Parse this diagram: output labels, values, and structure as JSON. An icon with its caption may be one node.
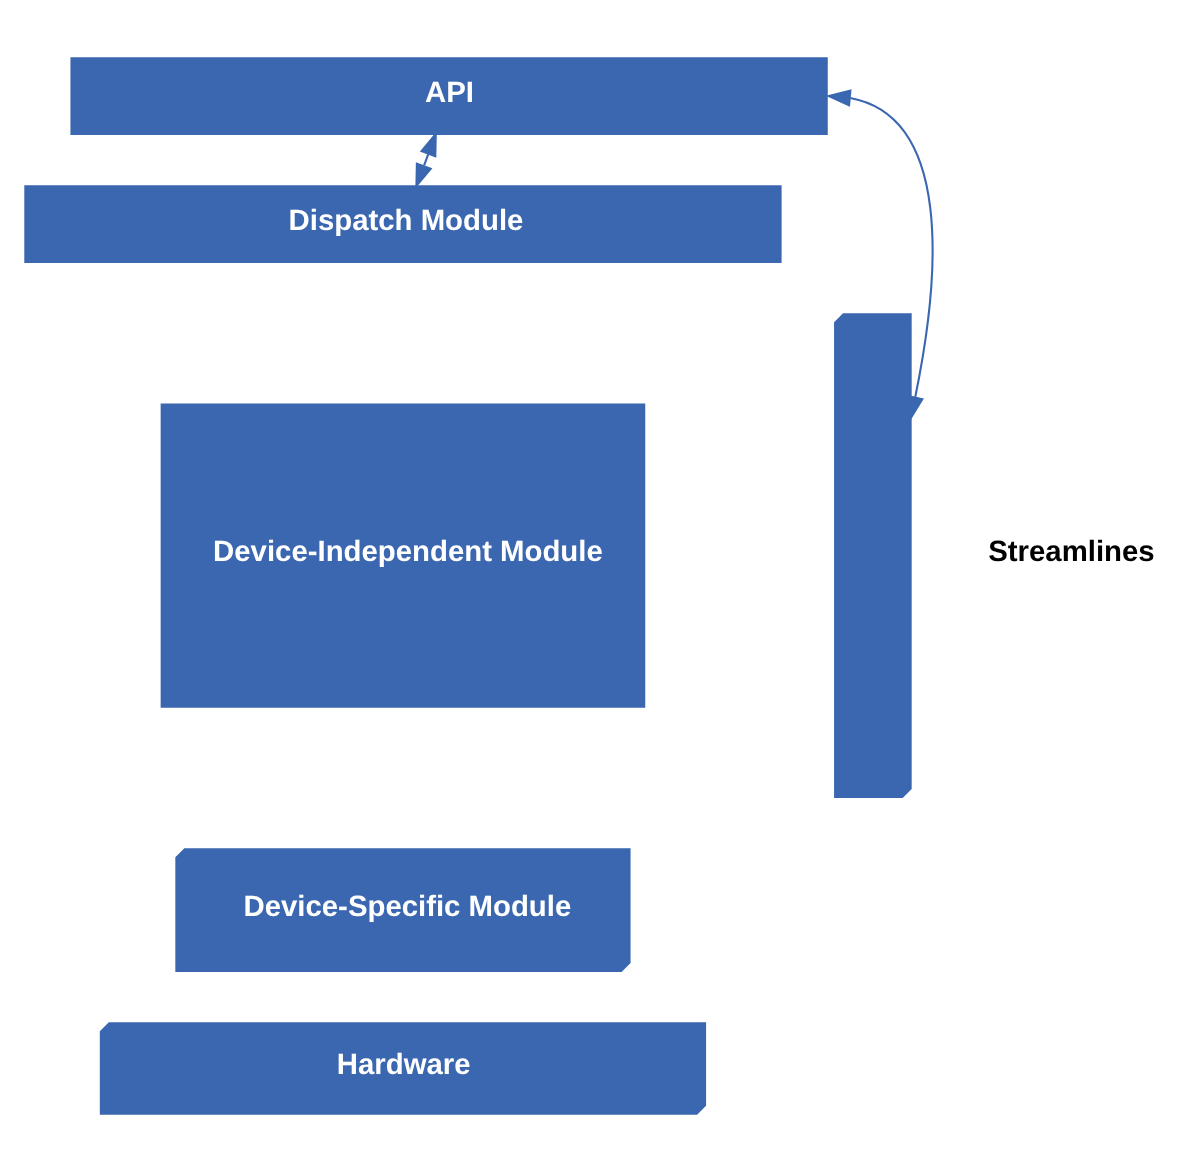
{
  "diagram": {
    "nodes": [
      {
        "text": [
          "API"
        ]
      },
      {
        "text": [
          "Dispatch Module"
        ]
      },
      {
        "text": [
          "Device-Independent Module"
        ]
      },
      {
        "text": [],
        "shape": "box"
      },
      {
        "text": [
          "Device-Specific Module"
        ]
      },
      {
        "text": [
          "Hardware"
        ]
      }
    ],
    "edges": [
      {
        "from": 0,
        "to": 1,
        "arrow": "both"
      },
      {
        "from": 3,
        "to": 0,
        "arrow": "both"
      }
    ],
    "labels": [
      "Streamlines"
    ]
  }
}
